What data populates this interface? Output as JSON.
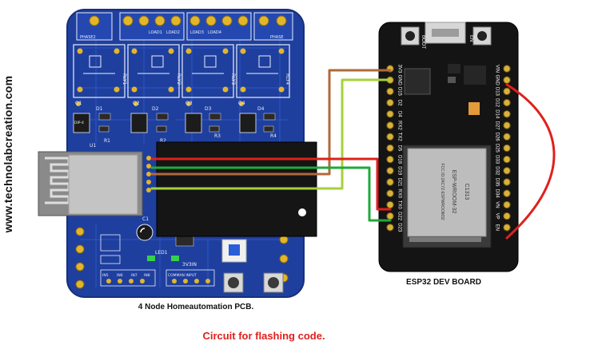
{
  "watermark": "www.technolabcreation.com",
  "pcb": {
    "caption": "4 Node Homeautomation PCB.",
    "relay_labels": [
      "RLY1",
      "RLY2",
      "RLY3",
      "RLY4"
    ],
    "top_labels": [
      "PHASE2",
      "LOAD1",
      "LOAD2",
      "LOAD3",
      "LOAD4",
      "PHASE"
    ],
    "small_labels": [
      "Q1",
      "Q2",
      "Q3",
      "Q4",
      "D1",
      "D2",
      "D3",
      "D4",
      "R1",
      "R2",
      "R3",
      "R4",
      "U1",
      "C1",
      "LED1",
      "3V3IN",
      "COMMAN INPUT",
      "IN5",
      "IN6",
      "IN7",
      "IN8",
      "DIP-4"
    ]
  },
  "esp32": {
    "caption": "ESP32 DEV BOARD",
    "boot_label": "BOOT",
    "en_label": "EN",
    "module_text": [
      "ESP-WROOM-32",
      "FCC ID:2AC7Z-ESPWROOM32",
      "C1313"
    ],
    "left_pins": [
      "3V3",
      "GND",
      "D15",
      "D2",
      "D4",
      "RX2",
      "TX2",
      "D5",
      "D18",
      "D19",
      "D21",
      "RX0",
      "TX0",
      "D22",
      "D23"
    ],
    "right_pins": [
      "VIN",
      "GND",
      "D13",
      "D12",
      "D14",
      "D27",
      "D26",
      "D25",
      "D33",
      "D32",
      "D35",
      "D34",
      "VN",
      "VP",
      "EN"
    ]
  },
  "title": "Circuit for flashing code.",
  "wire_colors": {
    "brown": "#b06a3b",
    "lime": "#a6d13a",
    "red": "#e0201c",
    "green": "#1faa3a",
    "pcb_blue": "#1f3f9e",
    "esp_black": "#141414"
  }
}
